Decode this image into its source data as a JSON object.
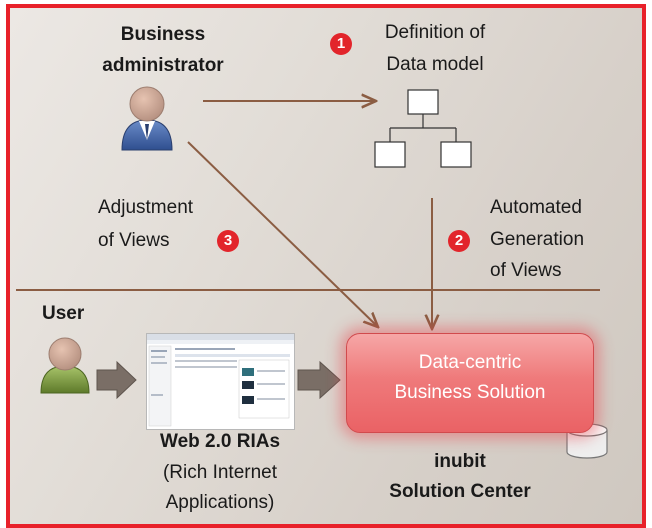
{
  "admin": {
    "line1": "Business",
    "line2": "administrator"
  },
  "step1": {
    "number": "1",
    "line1": "Definition of",
    "line2": "Data model"
  },
  "step3": {
    "number": "3",
    "line1": "Adjustment",
    "line2": "of Views"
  },
  "step2": {
    "number": "2",
    "line1": "Automated",
    "line2": "Generation",
    "line3": "of Views"
  },
  "user": {
    "label": "User"
  },
  "ria": {
    "line1": "Web 2.0 RIAs",
    "line2": "(Rich Internet",
    "line3": "Applications)"
  },
  "solution": {
    "line1": "Data-centric",
    "line2": "Business Solution"
  },
  "center": {
    "line1": "inubit",
    "line2": "Solution Center"
  },
  "colors": {
    "frame": "#e8212a",
    "arrow": "#8b5d43",
    "badge": "#e2252b",
    "solution": "#ef7a7b",
    "flow_arrow": "#7a6e66"
  }
}
